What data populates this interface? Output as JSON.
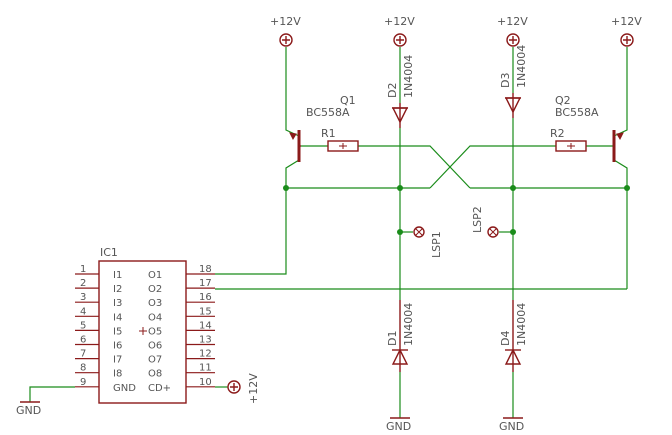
{
  "supplies": {
    "plus12v": "+12V",
    "gnd": "GND"
  },
  "transistors": {
    "q1": {
      "name": "Q1",
      "value": "BC558A"
    },
    "q2": {
      "name": "Q2",
      "value": "BC558A"
    }
  },
  "resistors": {
    "r1": {
      "name": "R1"
    },
    "r2": {
      "name": "R2"
    }
  },
  "diodes": {
    "d1": {
      "name": "D1",
      "value": "1N4004"
    },
    "d2": {
      "name": "D2",
      "value": "1N4004"
    },
    "d3": {
      "name": "D3",
      "value": "1N4004"
    },
    "d4": {
      "name": "D4",
      "value": "1N4004"
    }
  },
  "speakers": {
    "lsp1": {
      "name": "LSP1"
    },
    "lsp2": {
      "name": "LSP2"
    }
  },
  "ic": {
    "name": "IC1",
    "left_pins": [
      {
        "num": "1",
        "label": "I1"
      },
      {
        "num": "2",
        "label": "I2"
      },
      {
        "num": "3",
        "label": "I3"
      },
      {
        "num": "4",
        "label": "I4"
      },
      {
        "num": "5",
        "label": "I5"
      },
      {
        "num": "6",
        "label": "I6"
      },
      {
        "num": "7",
        "label": "I7"
      },
      {
        "num": "8",
        "label": "I8"
      },
      {
        "num": "9",
        "label": "GND"
      }
    ],
    "right_pins": [
      {
        "num": "18",
        "label": "O1"
      },
      {
        "num": "17",
        "label": "O2"
      },
      {
        "num": "16",
        "label": "O3"
      },
      {
        "num": "15",
        "label": "O4"
      },
      {
        "num": "14",
        "label": "O5"
      },
      {
        "num": "13",
        "label": "O6"
      },
      {
        "num": "12",
        "label": "O7"
      },
      {
        "num": "11",
        "label": "O8"
      },
      {
        "num": "10",
        "label": "CD+"
      }
    ]
  },
  "colors": {
    "wire": "#1a8c1a",
    "part": "#8b1a1a",
    "text": "#555555"
  }
}
